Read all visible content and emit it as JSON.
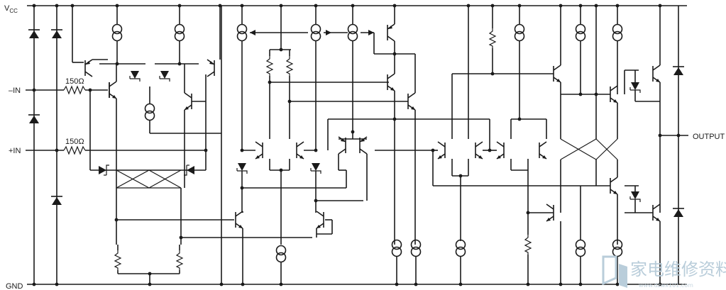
{
  "labels": {
    "vcc_main": "V",
    "vcc_sub": "CC",
    "minus_in": "–IN",
    "plus_in": "+IN",
    "gnd": "GND",
    "output": "OUTPUT",
    "r_minus": "150Ω",
    "r_plus": "150Ω"
  },
  "watermark": {
    "text": "家电维修资料网",
    "url": "www.dzwx101.com"
  },
  "colors": {
    "wire": "#1a1a1a",
    "watermark": "#b9cdda"
  }
}
